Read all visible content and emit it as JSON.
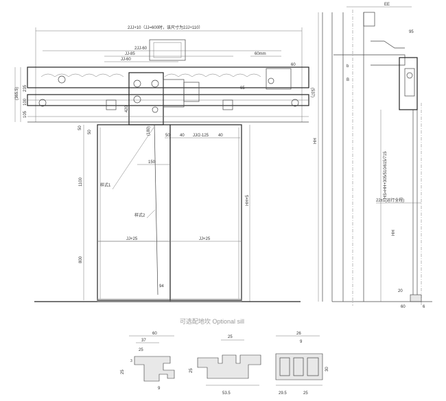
{
  "front_view": {
    "top_dim": "2JJ+10（JJ=600时，该尺寸为2JJ+110）",
    "dim_2jj60": "2JJ-60",
    "dim_jj85": "JJ-85",
    "dim_jj60": "JJ-60",
    "dim_60mm": "60mm",
    "dim_60": "60",
    "dim_365": "(365.5)",
    "dim_235": "235",
    "dim_100": "100",
    "dim_105": "105",
    "dim_537": "(537)",
    "dim_420": "420",
    "dim_65": "65",
    "dim_50a": "50",
    "dim_50b": "50",
    "dim_50c": "50",
    "dim_40a": "40",
    "dim_jj2_125": "JJ/2-125",
    "dim_40b": "40",
    "dim_150": "150",
    "dim_1100": "1100",
    "dim_800": "800",
    "dim_hh5": "HH+5",
    "style1": "样式1",
    "style2": "样式2",
    "dim_jj25a": "JJ+25",
    "dim_jj25b": "JJ+25",
    "dim_94": "94",
    "dim_180": "(180)"
  },
  "side_view": {
    "dim_ee": "EE",
    "dim_95": "95",
    "dim_b1": "b",
    "dim_b2": "B",
    "dim_hh_top": "HH",
    "dim_hs": "HS=HH+305/510/615/715",
    "dim_22": "22±1(运行全程)",
    "dim_hh": "HH",
    "dim_20": "20",
    "dim_60": "60",
    "dim_6": "6"
  },
  "sill_caption": "可选配地坎  Optional sill",
  "sill1": {
    "d60": "60",
    "d37": "37",
    "d25": "25",
    "d9": "9",
    "d25v": "25",
    "d3": "3"
  },
  "sill2": {
    "d25": "25",
    "d25v": "25",
    "d535": "53.5"
  },
  "sill3": {
    "d26": "26",
    "d30": "30",
    "d295": "29.5",
    "d25": "25",
    "d9": "9"
  }
}
